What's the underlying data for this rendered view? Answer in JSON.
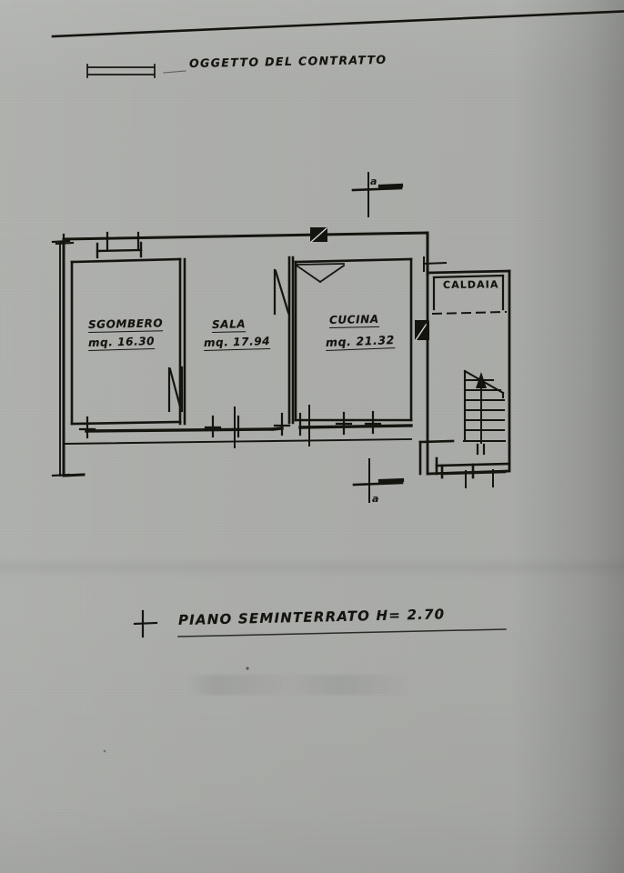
{
  "document": {
    "type": "architectural-floor-plan",
    "language": "it",
    "medium": "photocopy of hand-drafted plan"
  },
  "legend": {
    "symbol_name": "wall-hatch-bar",
    "title": "OGGETTO DEL CONTRATTO"
  },
  "rooms": [
    {
      "id": "sgombero",
      "name": "SGOMBERO",
      "area_label": "mq. 16.30",
      "area_value": 16.3,
      "unit": "mq"
    },
    {
      "id": "sala",
      "name": "SALA",
      "area_label": "mq. 17.94",
      "area_value": 17.94,
      "unit": "mq"
    },
    {
      "id": "cucina",
      "name": "CUCINA",
      "area_label": "mq. 21.32",
      "area_value": 21.32,
      "unit": "mq"
    },
    {
      "id": "caldaia",
      "name": "CALDAIA",
      "area_label": "",
      "area_value": null,
      "unit": ""
    }
  ],
  "section_markers": [
    {
      "id": "section-a-top",
      "label": "a",
      "position": "top"
    },
    {
      "id": "section-a-bottom",
      "label": "a",
      "position": "bottom"
    }
  ],
  "stairs": {
    "direction_indicator": "up-arrow",
    "steps": 7
  },
  "caption": {
    "floor_name": "PIANO SEMINTERRATO",
    "height_label": "H= 2.70",
    "full": "PIANO SEMINTERRATO   H= 2.70"
  },
  "colors": {
    "ink": "#14140f",
    "paper": "#d2d3d1",
    "paper_edge": "#a5a6a4"
  }
}
